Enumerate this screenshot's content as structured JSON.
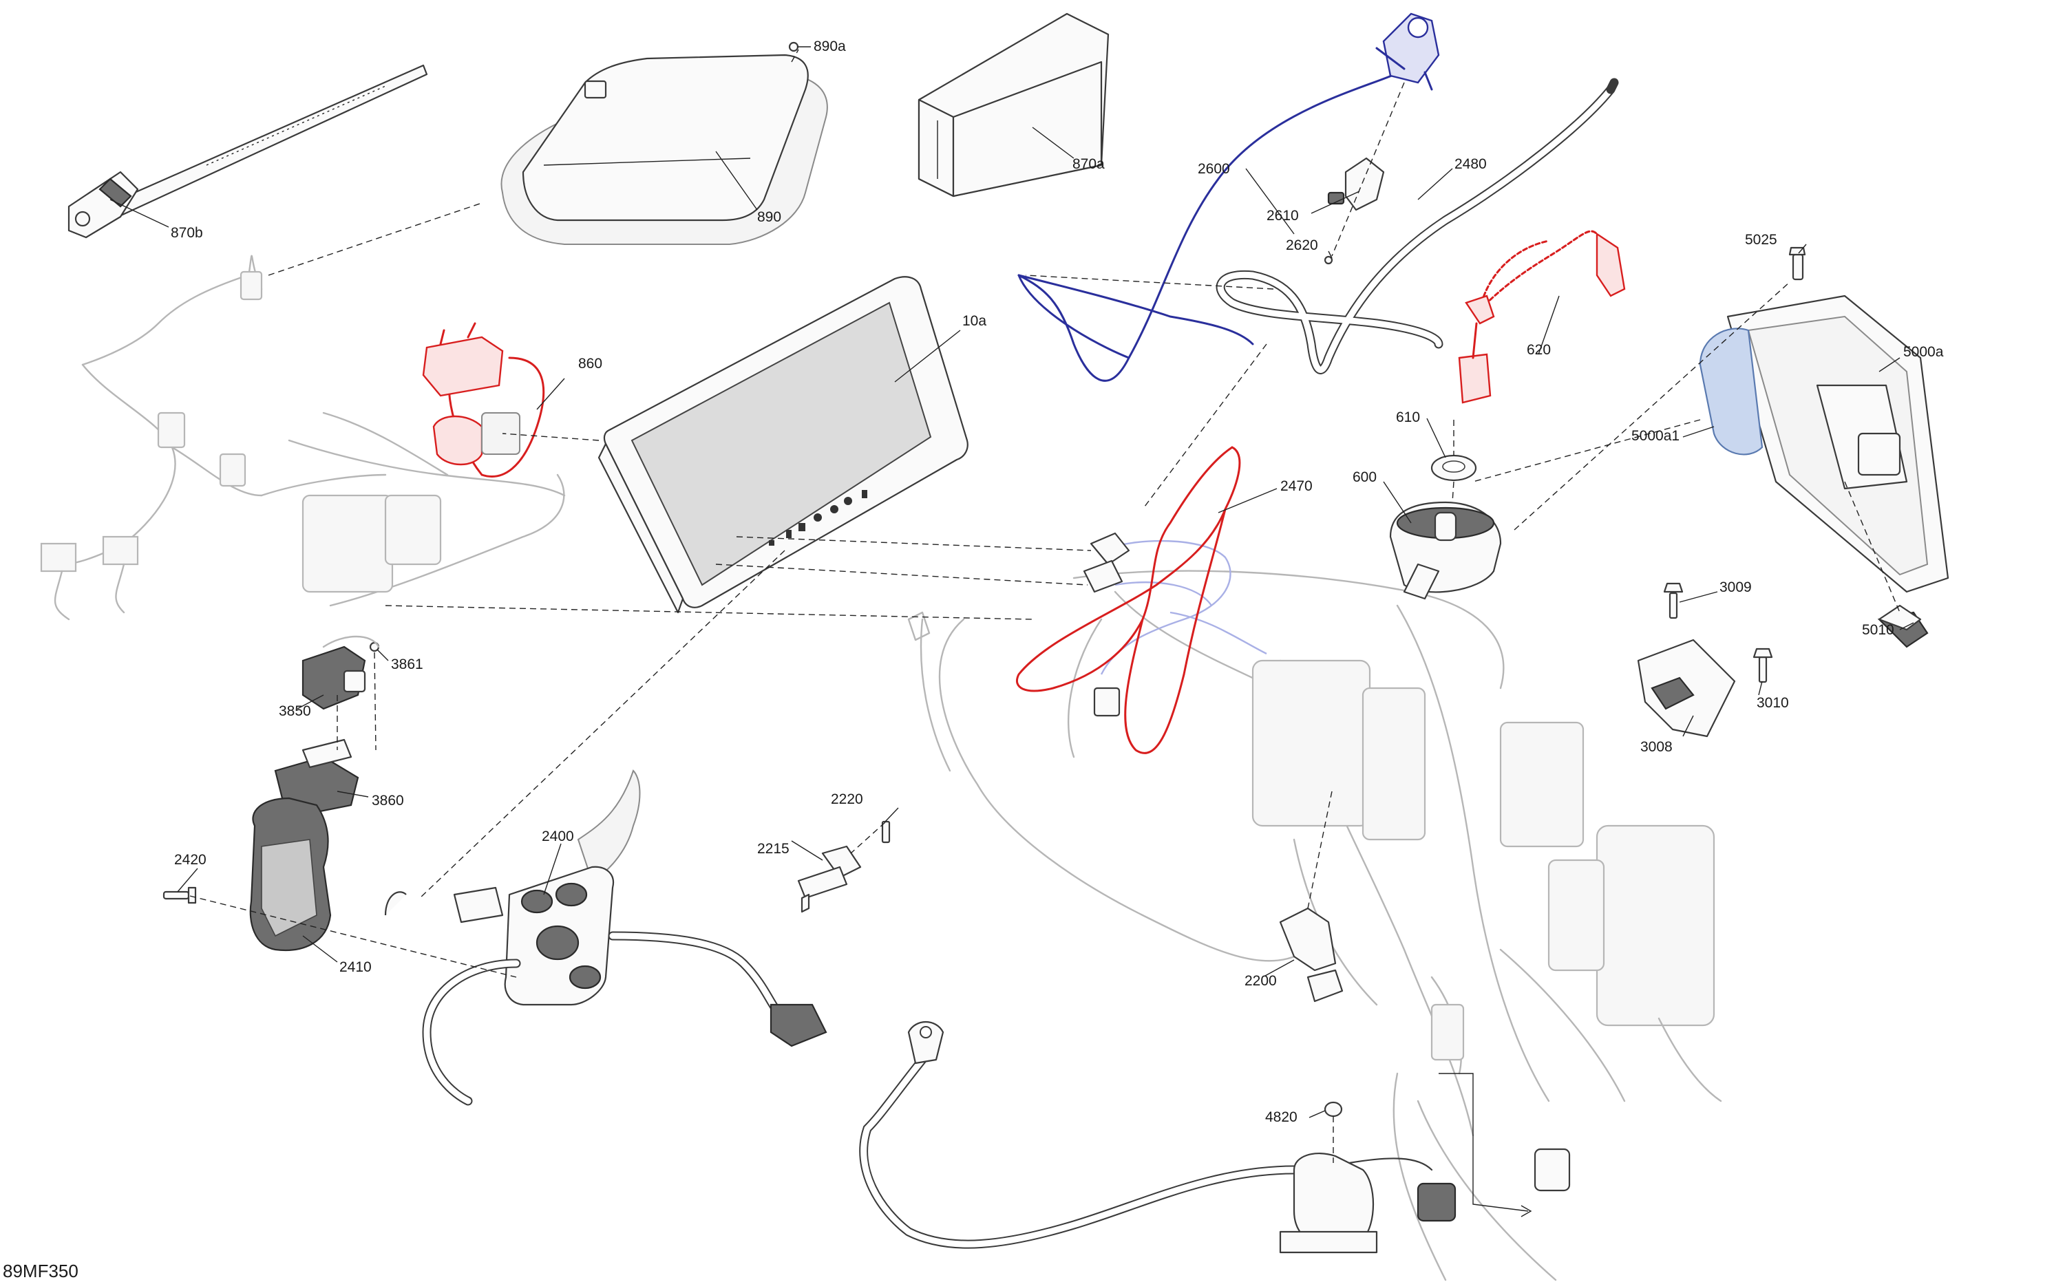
{
  "figure": {
    "code": "89MF350",
    "callouts": {
      "c870b": "870b",
      "c890": "890",
      "c890a": "890a",
      "c870a": "870a",
      "c2600": "2600",
      "c2610": "2610",
      "c2620": "2620",
      "c2480": "2480",
      "c620": "620",
      "c5025": "5025",
      "c5000a": "5000a",
      "c5000a1": "5000a1",
      "c860": "860",
      "c10a": "10a",
      "c610": "610",
      "c600": "600",
      "c2470": "2470",
      "c3009": "3009",
      "c3010": "3010",
      "c3008": "3008",
      "c5010": "5010",
      "c3861": "3861",
      "c3850": "3850",
      "c3860": "3860",
      "c2220": "2220",
      "c2215": "2215",
      "c2400": "2400",
      "c2420": "2420",
      "c2410": "2410",
      "c2200": "2200",
      "c4820": "4820"
    }
  },
  "colors": {
    "highlight_red": "#d81e1e",
    "highlight_blue": "#2a2f9c",
    "ghost_gray": "#b6b6b6",
    "outline": "#3a3a3a"
  }
}
